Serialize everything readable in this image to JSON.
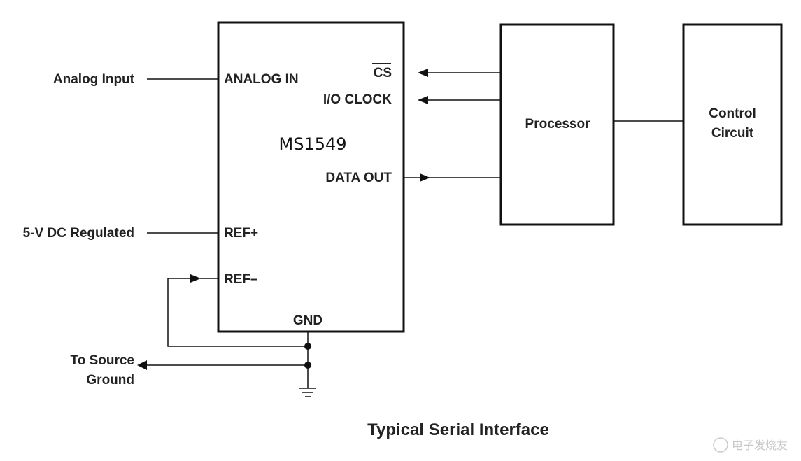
{
  "diagram": {
    "chip": {
      "name": "MS1549",
      "pins": {
        "analog_in": "ANALOG IN",
        "cs": "CS",
        "io_clock": "I/O CLOCK",
        "data_out": "DATA OUT",
        "ref_plus": "REF+",
        "ref_minus": "REF–",
        "gnd": "GND"
      }
    },
    "processor": "Processor",
    "control_circuit": [
      "Control",
      "Circuit"
    ],
    "external": {
      "analog_input": "Analog Input",
      "dc_regulated": "5-V DC Regulated",
      "to_source_ground": [
        "To Source",
        "Ground"
      ]
    },
    "caption": "Typical Serial Interface",
    "watermark": "电子发烧友"
  },
  "colors": {
    "line": "#111111",
    "text": "#222222",
    "background": "#ffffff"
  }
}
